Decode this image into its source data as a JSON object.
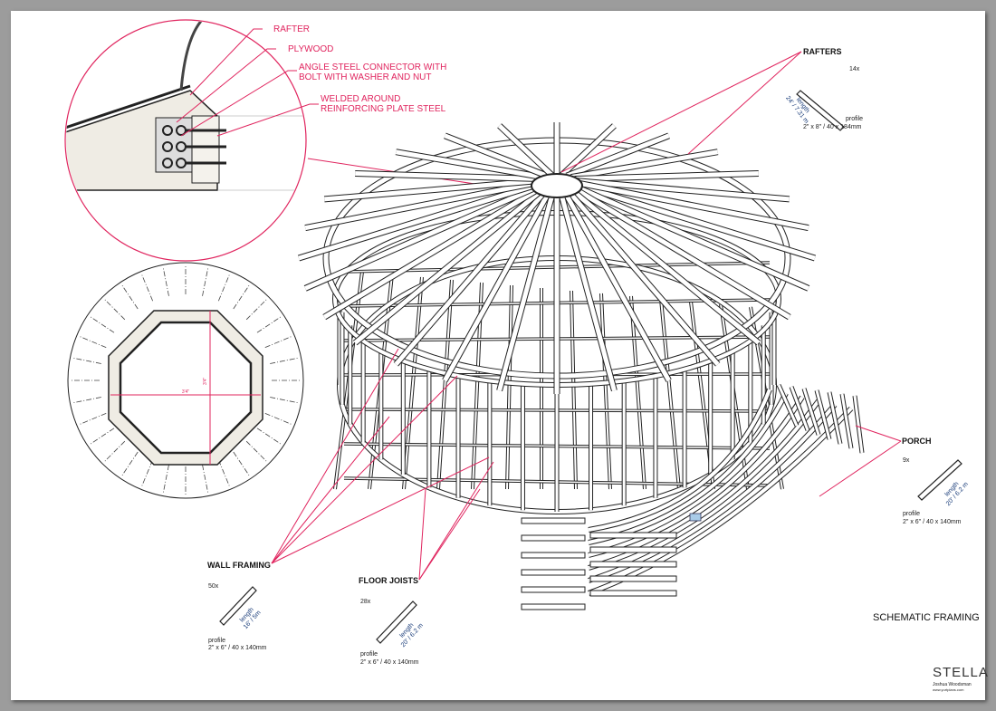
{
  "drawing": {
    "title": "SCHEMATIC FRAMING",
    "brand": "STELLA",
    "author": "Joshua Woodsman",
    "website": "www.yurtplans.com",
    "accent_color": "#e0245e"
  },
  "detail_callouts": [
    "RAFTER",
    "PLYWOOD",
    "ANGLE STEEL CONNECTOR WITH",
    "BOLT WITH WASHER AND NUT",
    "WELDED AROUND",
    "REINFORCING PLATE STEEL"
  ],
  "plan_dimensions": {
    "width": "3'4\"",
    "height": "3'4\""
  },
  "components": {
    "rafters": {
      "name": "RAFTERS",
      "count": "14x",
      "length_label": "length",
      "length": "24' / 7.31 m",
      "profile_label": "profile",
      "profile": "2\" x 8\" / 40 x 184mm"
    },
    "porch": {
      "name": "PORCH",
      "count": "9x",
      "length_label": "length",
      "length": "20' / 6.2 m",
      "profile_label": "profile",
      "profile": "2\" x 6\" / 40 x 140mm"
    },
    "wall": {
      "name": "WALL FRAMING",
      "count": "50x",
      "length_label": "length",
      "length": "16' / 5m",
      "profile_label": "profile",
      "profile": "2\" x 6\" / 40 x 140mm"
    },
    "floor": {
      "name": "FLOOR JOISTS",
      "count": "28x",
      "length_label": "length",
      "length": "20' / 6.2 m",
      "profile_label": "profile",
      "profile": "2\" x 6\" / 40 x 140mm"
    }
  }
}
